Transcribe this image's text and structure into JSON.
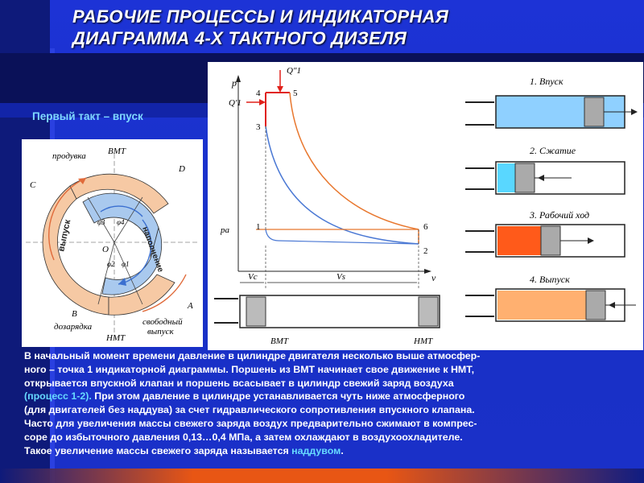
{
  "title": {
    "line1": "РАБОЧИЕ ПРОЦЕССЫ И ИНДИКАТОРНАЯ",
    "line2": "ДИАГРАММА 4-Х ТАКТНОГО ДИЗЕЛЯ"
  },
  "subtitle": "Первый такт – впуск",
  "phase_diagram": {
    "labels": {
      "bmt_top": "ВМТ",
      "nmt_bottom": "НМТ",
      "produvka": "продувка",
      "vypusk": "выпуск",
      "napolnenie": "наполнение",
      "dozaryadka": "дозарядка",
      "svobodny_vypusk_1": "свободный",
      "svobodny_vypusk_2": "выпуск",
      "point_C": "C",
      "point_D": "D",
      "point_B": "B",
      "point_A": "A",
      "center_O": "O",
      "phi3": "φ3",
      "phi4": "φ4",
      "phi2": "φ2",
      "phi1": "φ1"
    },
    "colors": {
      "exhaust_ring": "#f6c9a4",
      "intake_ring": "#a9c9ee",
      "exhaust_arrow": "#e06a3a",
      "intake_arrow": "#3a6fd0"
    }
  },
  "indicator_diagram": {
    "axis_p": "p",
    "axis_v": "v",
    "Q1_double": "Q″1",
    "Q1_single": "Q′1",
    "pa": "pa",
    "Vc": "Vc",
    "Vs": "Vs",
    "point_labels": [
      "1",
      "2",
      "3",
      "4",
      "5",
      "6"
    ],
    "bmt": "ВМТ",
    "nmt": "НМТ",
    "colors": {
      "expansion": "#e8772e",
      "compression": "#4a78d4",
      "heat": "#e0201a"
    }
  },
  "strokes": {
    "items": [
      {
        "label": "1. Впуск",
        "color": "#8fd0ff"
      },
      {
        "label": "2. Сжатие",
        "color": "#59d7ff"
      },
      {
        "label": "3. Рабочий   ход",
        "color": "#ff5a1a"
      },
      {
        "label": "4. Выпуск",
        "color": "#ffb070"
      }
    ]
  },
  "body_text": {
    "p1": "В начальный момент времени давление в цилиндре двигателя несколько выше атмосфер-",
    "p2": "ного – точка 1 индикаторной диаграммы. Поршень из ВМТ начинает свое движение к НМТ,",
    "p3": "открывается впускной клапан и поршень всасывает в цилиндр свежий заряд воздуха",
    "p4_hl": "(процесс 1-2).",
    "p4_rest": " При этом давление в цилиндре устанавливается чуть ниже атмосферного",
    "p5": "(для двигателей без наддува) за счет гидравлического сопротивления впускного клапана.",
    "p6": "Часто для увеличения массы свежего заряда воздух предварительно сжимают в компрес-",
    "p7": "соре до избыточного давления 0,13…0,4 МПа, а затем охлаждают в воздухоохладителе.",
    "p8_pre": "Такое увеличение массы свежего заряда называется ",
    "p8_hl": "наддувом",
    "p8_post": "."
  }
}
